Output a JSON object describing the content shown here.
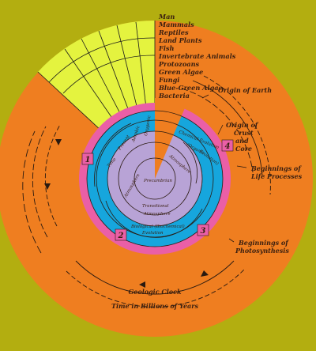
{
  "colors": {
    "background": "#b3ae10",
    "outer_disc": "#ef7e20",
    "life_wedge": "#e4f33f",
    "pink_ring": "#ea5fa6",
    "blue_ring": "#16a6dd",
    "lavender_core": "#b8a3d6",
    "text": "#3a1f10",
    "wedge_text": "#7a2e86"
  },
  "life_forms": [
    "Man",
    "Mammals",
    "Reptiles",
    "Land Plants",
    "Fish",
    "Invertebrate Animals",
    "Protozoans",
    "Green Algae",
    "Fungi",
    "Blue-Green Algae",
    "Bacteria"
  ],
  "events": {
    "origin_earth": "Origin of Earth",
    "origin_crust_1": "Origin of",
    "origin_crust_2": "Crust",
    "origin_crust_3": "and",
    "origin_crust_4": "Core",
    "beginnings_life_1": "Beginnings of",
    "beginnings_life_2": "Life Processes",
    "beginnings_photo_1": "Beginnings of",
    "beginnings_photo_2": "Photosynthesis"
  },
  "clock_numbers": [
    "1",
    "2",
    "3",
    "4"
  ],
  "inner_labels": {
    "chemical_evolution_1": "Chemical Evolution",
    "chemical_evolution_2": "(Organic",
    "chemical_evolution_3": "Evolution)",
    "oxygenic": "Oxygenic",
    "aerobic": "Aerobic",
    "atmosphere_upper": "Atmosphere",
    "precambrian": "Precambrian",
    "atmosphere_left": "Atmosphere",
    "transitional": "Transitional",
    "atmosphere_lower": "Atmosphere",
    "biological_evolution_1": "Biological (Biochemical)",
    "biological_evolution_2": "Evolution",
    "present": "Present",
    "time_word": "Time"
  },
  "caption": {
    "title": "Geologic Clock",
    "subtitle": "Time in Billions of Years"
  }
}
